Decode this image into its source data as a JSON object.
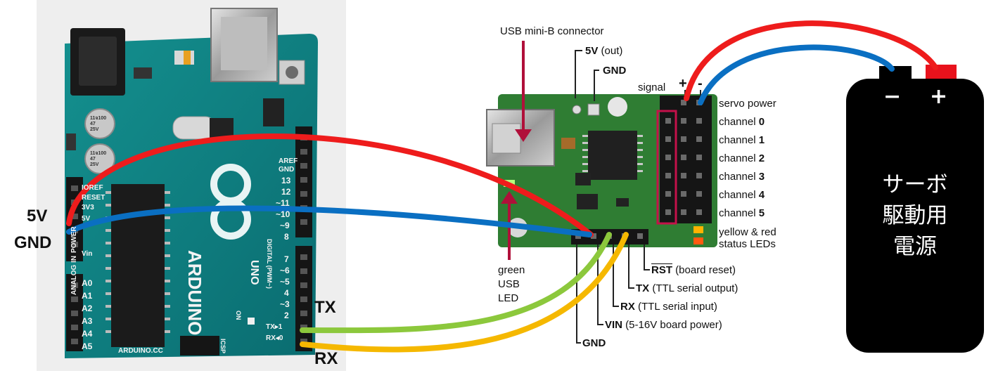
{
  "arduino": {
    "labels": {
      "v5": "5V",
      "gnd": "GND",
      "tx": "TX",
      "rx": "RX"
    },
    "silkscreen": {
      "aref": "AREF",
      "gnd": "GND",
      "d13": "13",
      "d12": "12",
      "d11": "~11",
      "d10": "~10",
      "d9": "~9",
      "d8": "8",
      "d7": "7",
      "d6": "~6",
      "d5": "~5",
      "d4": "4",
      "d3": "~3",
      "d2": "2",
      "d1": "TX▸1",
      "d0": "RX◂0",
      "ioref": "IOREF",
      "reset": "RESET",
      "p3v3": "3V3",
      "p5v": "5V",
      "vin": "Vin",
      "a0": "A0",
      "a1": "A1",
      "a2": "A2",
      "a3": "A3",
      "a4": "A4",
      "a5": "A5",
      "analog_in": "ANALOG IN",
      "power": "POWER",
      "brand": "ARDUINO",
      "model": "UNO",
      "site": "ARDUINO.CC",
      "on": "ON",
      "icsp": "ICSP",
      "digital": "DIGITAL (PWM~)",
      "cap1": "11จ100\n47\n25V",
      "cap2": "11จ100\n47\n25V"
    }
  },
  "controller": {
    "usb_connector": "USB mini-B connector",
    "v5_out_bold": "5V",
    "v5_out_rest": " (out)",
    "gnd_top": "GND",
    "signal": "signal",
    "plus": "+",
    "minus": "-",
    "servo_power": "servo power",
    "channel_word": "channel",
    "channels": [
      "0",
      "1",
      "2",
      "3",
      "4",
      "5"
    ],
    "status_leds_1": "yellow & red",
    "status_leds_2": "status LEDs",
    "green_led_1": "green",
    "green_led_2": "USB",
    "green_led_3": "LED",
    "rst_bold": "RST",
    "rst_rest": " (board reset)",
    "tx_bold": "TX",
    "tx_rest": " (TTL serial output)",
    "rx_bold": "RX",
    "rx_rest": " (TTL serial input)",
    "vin_bold": "VIN",
    "vin_rest": " (5-16V board power)",
    "gnd_bottom": "GND"
  },
  "battery": {
    "minus_symbol": "−",
    "plus_symbol": "+",
    "line1": "サーボ",
    "line2": "駆動用",
    "line3": "電源"
  },
  "colors": {
    "wire_5v": "#ee1c1c",
    "wire_gnd": "#0a6fc2",
    "wire_tx": "#8cc83c",
    "wire_rx": "#f5b800",
    "arduino_board": "#0e7d7f",
    "controller_board": "#2e7d32",
    "battery_body": "#000000",
    "battery_plus_terminal": "#e8121c",
    "annotation_pointer": "#b0103a"
  }
}
